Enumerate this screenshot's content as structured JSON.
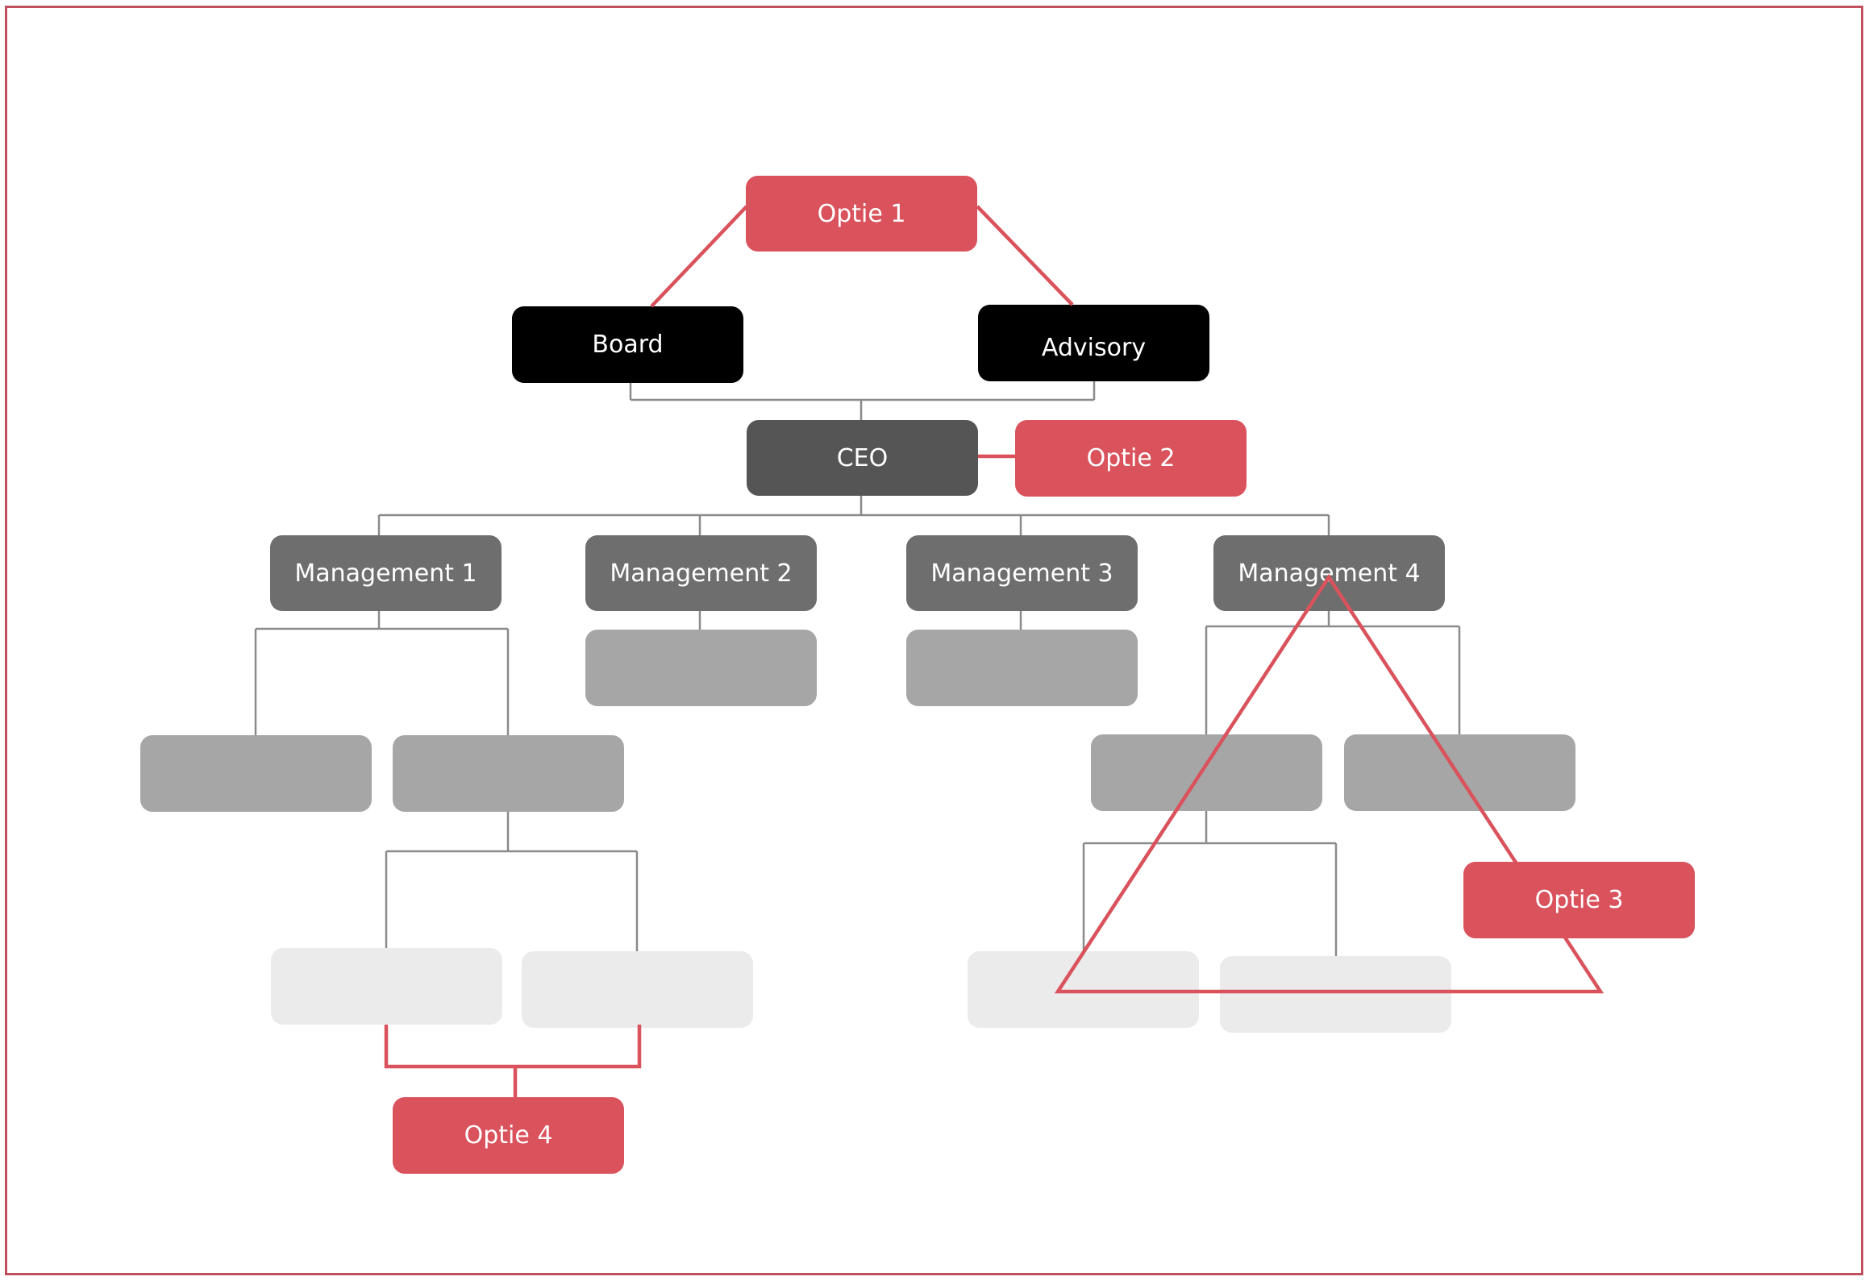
{
  "accent_color": "#d9525c",
  "nodes": {
    "optie1": "Optie 1",
    "board": "Board",
    "advisory": "Advisory",
    "ceo": "CEO",
    "optie2": "Optie 2",
    "management1": "Management 1",
    "management2": "Management 2",
    "management3": "Management 3",
    "management4": "Management 4",
    "optie3": "Optie 3",
    "optie4": "Optie 4"
  }
}
